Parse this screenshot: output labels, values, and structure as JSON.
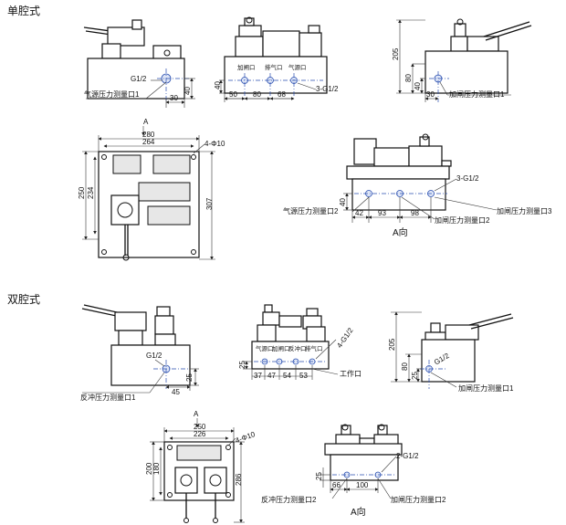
{
  "sections": {
    "single": "单腔式",
    "double": "双腔式"
  },
  "labels": {
    "g12": "G1/2",
    "three_g12": "3-G1/2",
    "four_g12": "4-G1/2",
    "two_g12": "2-G1/2",
    "four_phi10": "4-Φ10",
    "view_a": "A向",
    "a": "A",
    "inlet_p1": "气源压力测量口1",
    "inlet_p2": "气源压力测量口2",
    "close_p1": "加闸压力测量口1",
    "close_p2": "加闸压力测量口2",
    "close_p3": "加闸压力测量口3",
    "back_p1": "反冲压力测量口1",
    "back_p2": "反冲压力测量口2",
    "work_port": "工作口",
    "port_add": "加闸口",
    "port_exh": "排气口",
    "port_gas": "气源口",
    "port_back": "反冲口"
  },
  "dims": {
    "d40": "40",
    "d30": "30",
    "d50": "50",
    "d80": "80",
    "d68": "68",
    "d205": "205",
    "d280": "280",
    "d264": "264",
    "d250": "250",
    "d234": "234",
    "d307": "307",
    "d42": "42",
    "d93": "93",
    "d98": "98",
    "d25": "25",
    "d45": "45",
    "d37": "37",
    "d47": "47",
    "d54": "54",
    "d53": "53",
    "d226": "226",
    "d200": "200",
    "d180": "180",
    "d286": "286",
    "d66": "66",
    "d100": "100"
  }
}
